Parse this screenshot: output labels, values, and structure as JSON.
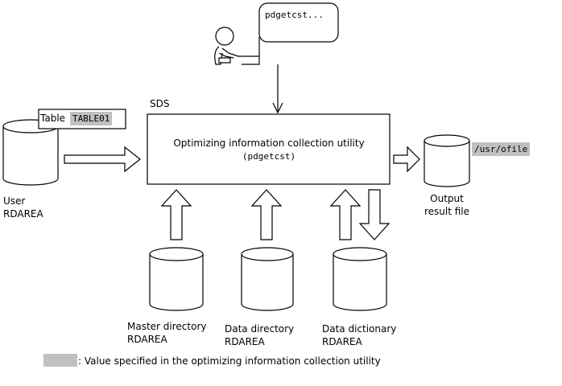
{
  "command_bubble": {
    "text": "pdgetcst..."
  },
  "sds_label": "SDS",
  "utility": {
    "line1": "Optimizing information collection utility",
    "line2": "(pdgetcst)"
  },
  "table_callout": {
    "prefix": "Table",
    "value": "TABLE01"
  },
  "user_rdarea": {
    "line1": "User",
    "line2": "RDAREA"
  },
  "output": {
    "line1": "Output",
    "line2": "result file",
    "path": "/usr/ofile"
  },
  "master_directory": {
    "line1": "Master directory",
    "line2": "RDAREA"
  },
  "data_directory": {
    "line1": "Data directory",
    "line2": "RDAREA"
  },
  "data_dictionary": {
    "line1": "Data dictionary",
    "line2": "RDAREA"
  },
  "legend": {
    "text": ": Value specified in the optimizing information collection utility",
    "swatch_color": "#c0c0c0"
  }
}
